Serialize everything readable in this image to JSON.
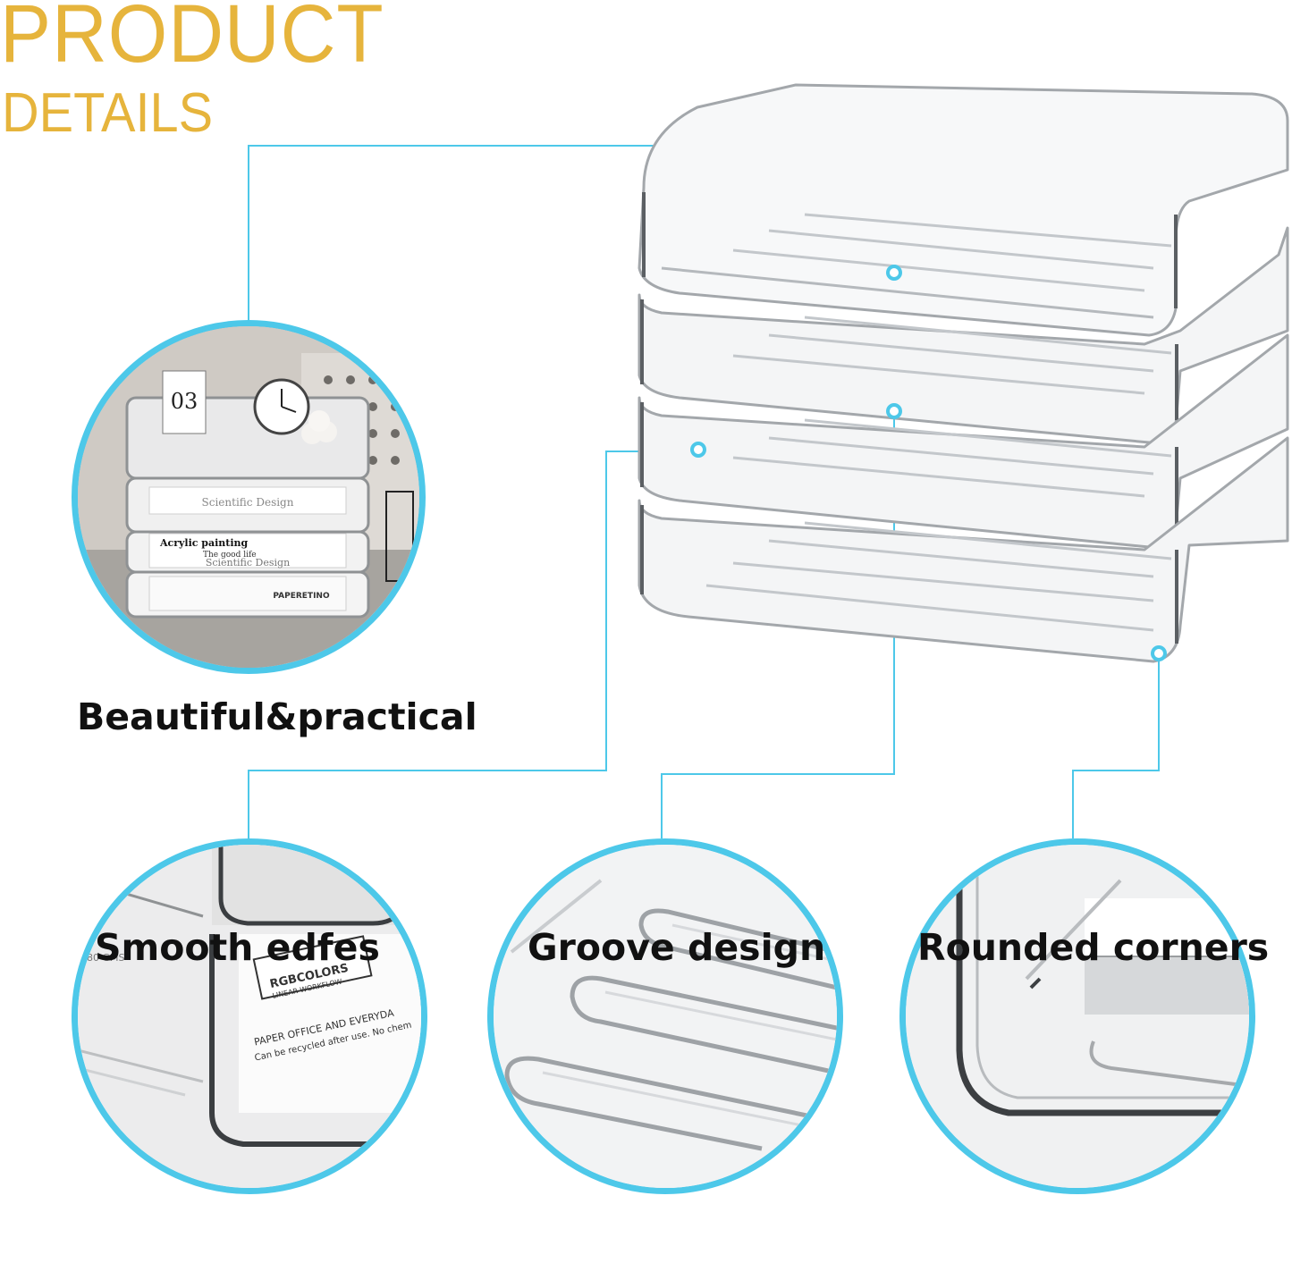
{
  "header": {
    "title": "PRODUCT",
    "subtitle": "DETAILS"
  },
  "features": [
    {
      "label": "Beautiful&practical"
    },
    {
      "label": "Smooth edfes"
    },
    {
      "label": "Groove design"
    },
    {
      "label": "Rounded corners"
    }
  ],
  "photo_text": {
    "calendar_day": "03",
    "book_1": "Scientific Design",
    "book_2": "Acrylic painting",
    "book_2_sub": "The good life",
    "book_3": "Scientific Design",
    "paper_brand": "PAPERETINO",
    "rbc_brand": "RGBCOLORS",
    "rbc_sub": "LINEAR WORKFLOW",
    "rbc_line1": "PAPER OFFICE AND EVERYDA",
    "rbc_line2": "Can be recycled after use. No chem",
    "gsm": "80 GMS"
  },
  "colors": {
    "accent": "#4DC8E9",
    "title": "#E6B43C",
    "caption": "#111111"
  }
}
